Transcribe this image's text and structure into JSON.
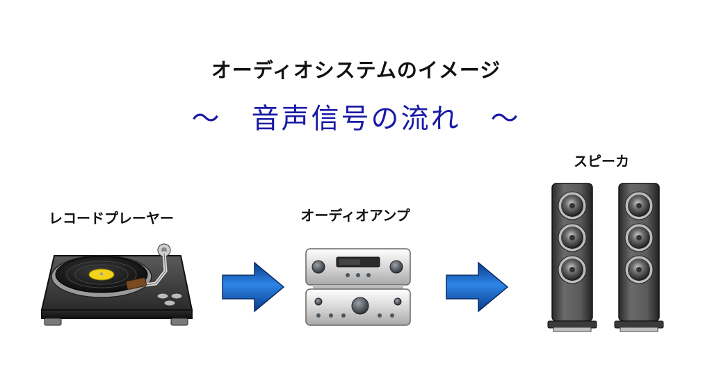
{
  "title": "オーディオシステムのイメージ",
  "subtitle": "～　音声信号の流れ　～",
  "devices": {
    "turntable": "レコードプレーヤー",
    "amplifier": "オーディオアンプ",
    "speaker": "スピーカ"
  },
  "colors": {
    "subtitle": "#1a1aa6",
    "arrow": "#1e6fd0",
    "record_label": "#f2d21a",
    "turntable_body": "#3c3c3c",
    "speaker_body": "#4a4a4a",
    "amp_body": "#e4e4e4"
  },
  "icons": [
    "turntable-icon",
    "arrow-right-icon",
    "amplifier-icon",
    "speaker-icon"
  ]
}
